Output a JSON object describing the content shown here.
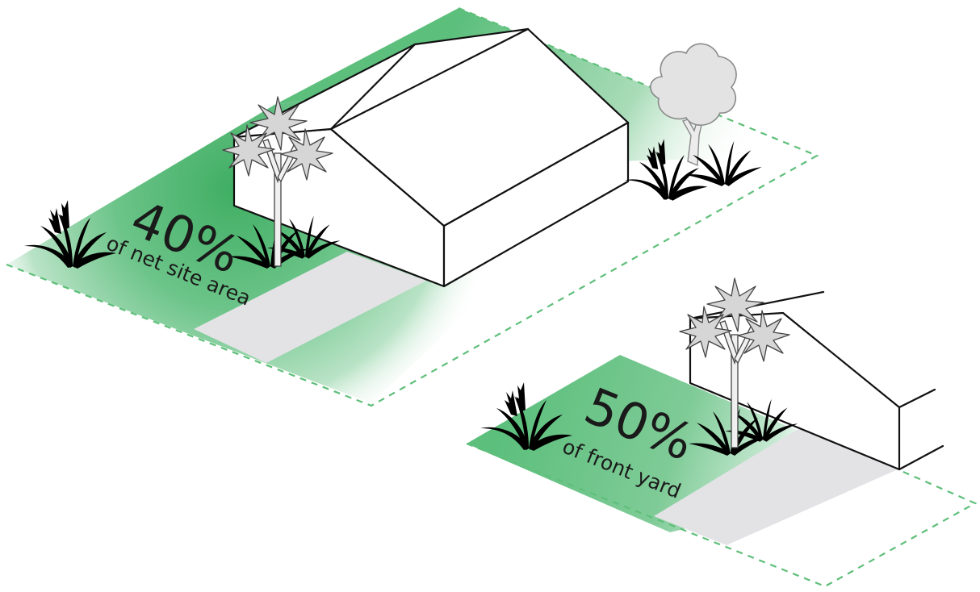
{
  "panels": [
    {
      "percent": "40%",
      "description": "of net site area"
    },
    {
      "percent": "50%",
      "description": "of front yard"
    }
  ],
  "colors": {
    "landscaping_green": "#58bd78",
    "boundary_dash": "#5fbf7a",
    "driveway_grey": "#e3e3e6",
    "outline": "#111111"
  },
  "icons": [
    "house",
    "cabbage-tree",
    "flax-plant",
    "deciduous-tree"
  ]
}
